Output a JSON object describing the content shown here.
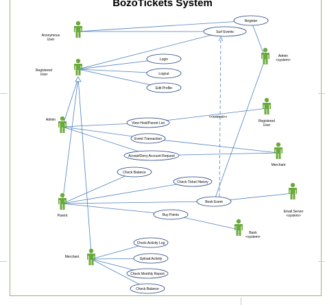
{
  "title": "BozoTickets System",
  "colors": {
    "actor": "#6aaa3a",
    "line": "#4a7fc1",
    "frame": "#93b47a"
  },
  "actors": [
    {
      "id": "anon",
      "lines": [
        "Anonymous",
        "User"
      ]
    },
    {
      "id": "reg",
      "lines": [
        "Registered",
        "User"
      ]
    },
    {
      "id": "admin",
      "lines": [
        "Admin"
      ]
    },
    {
      "id": "parent",
      "lines": [
        "Parent"
      ]
    },
    {
      "id": "merchant",
      "lines": [
        "Merchant"
      ]
    },
    {
      "id": "adminsys",
      "lines": [
        "Admin",
        "<system>"
      ]
    },
    {
      "id": "reg2",
      "lines": [
        "Registered",
        "User"
      ]
    },
    {
      "id": "merchant2",
      "lines": [
        "Merchant"
      ]
    },
    {
      "id": "email",
      "lines": [
        "Email Server",
        "<system>"
      ]
    },
    {
      "id": "bank",
      "lines": [
        "Bank",
        "<system>"
      ]
    }
  ],
  "usecases": [
    {
      "id": "register",
      "label": "Register"
    },
    {
      "id": "surf",
      "label": "Surf Events"
    },
    {
      "id": "login",
      "label": "Login"
    },
    {
      "id": "logout",
      "label": "Logout"
    },
    {
      "id": "edit",
      "label": "Edit Profile"
    },
    {
      "id": "viewhost",
      "label": "View Host/Parent List"
    },
    {
      "id": "eventtx",
      "label": "Event Transaction"
    },
    {
      "id": "accept",
      "label": "Accept/Deny Account Request"
    },
    {
      "id": "checkbal1",
      "label": "Check Balance"
    },
    {
      "id": "history",
      "label": "Check Ticket History"
    },
    {
      "id": "book",
      "label": "Book Event"
    },
    {
      "id": "buy",
      "label": "Buy Points"
    },
    {
      "id": "activity",
      "label": "Check Activity Log"
    },
    {
      "id": "upload",
      "label": "Upload Activity"
    },
    {
      "id": "monthly",
      "label": "Check Monthly Report"
    },
    {
      "id": "checkbal2",
      "label": "Check Balance"
    }
  ],
  "extend_label": "<<extend>>"
}
